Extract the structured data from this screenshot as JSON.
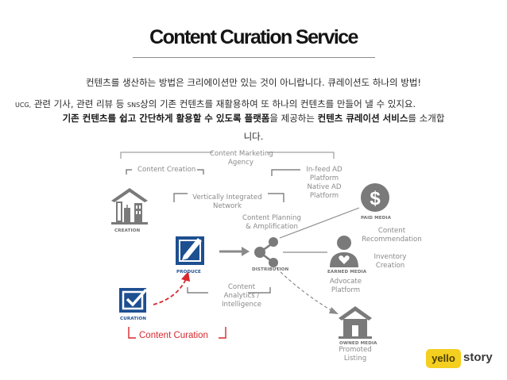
{
  "title": "Content Curation Service",
  "intro": {
    "line1": "컨텐츠를 생산하는 방법은 크리에이션만 있는 것이 아니랍니다. 큐레이션도 하나의 방법!",
    "line2_a": "UCG,",
    "line2_b": " 관련 기사, 관련 리뷰 등 ",
    "line2_c": "SNS",
    "line2_d": "상의 기존 컨텐츠를 재활용하여 또 하나의 컨텐츠를 만들어 낼 수 있지요.",
    "line3_a": "기존 컨텐츠를  쉽고 간단하게 활용할 수 있도록 플랫폼",
    "line3_b": "을 제공하는 ",
    "line3_c": "컨텐츠 큐레이션 서비스",
    "line3_d": "를 소개합",
    "line4": "니다."
  },
  "nodes": {
    "creation": "CREATION",
    "produce": "PRODUCE",
    "distribution": "DISTRIBUTION",
    "curation": "CURATION",
    "paid_media": "PAID MEDIA",
    "earned_media": "EARNED MEDIA",
    "owned_media": "OWNED MEDIA"
  },
  "labels": {
    "content_marketing_agency": [
      "Content Marketing",
      "Agency"
    ],
    "content_creation": "Content Creation",
    "vertically_integrated": [
      "Vertically Integrated",
      "Network"
    ],
    "content_planning": [
      "Content Planning",
      "& Amplification"
    ],
    "content_analytics": [
      "Content",
      "Analytics /",
      "Intelligence"
    ],
    "in_feed": [
      "In-feed AD",
      "Platform"
    ],
    "native_ad": [
      "Native AD",
      "Platform"
    ],
    "content_recommendation": [
      "Content",
      "Recommendation"
    ],
    "inventory_creation": [
      "Inventory",
      "Creation"
    ],
    "advocate_platform": [
      "Advocate",
      "Platform"
    ],
    "promoted_listing": [
      "Promoted",
      "Listing"
    ],
    "content_curation": "Content Curation"
  },
  "logo": {
    "box": "yello",
    "text": "story"
  },
  "colors": {
    "blue": "#1d4f91",
    "gray": "#6e6e6e",
    "red": "#d8282d",
    "yellow": "#f4cf1f"
  },
  "icons": [
    "building-icon",
    "pencil-check-icon",
    "share-icon",
    "checkbox-icon",
    "dollar-icon",
    "person-heart-icon",
    "house-icon"
  ]
}
